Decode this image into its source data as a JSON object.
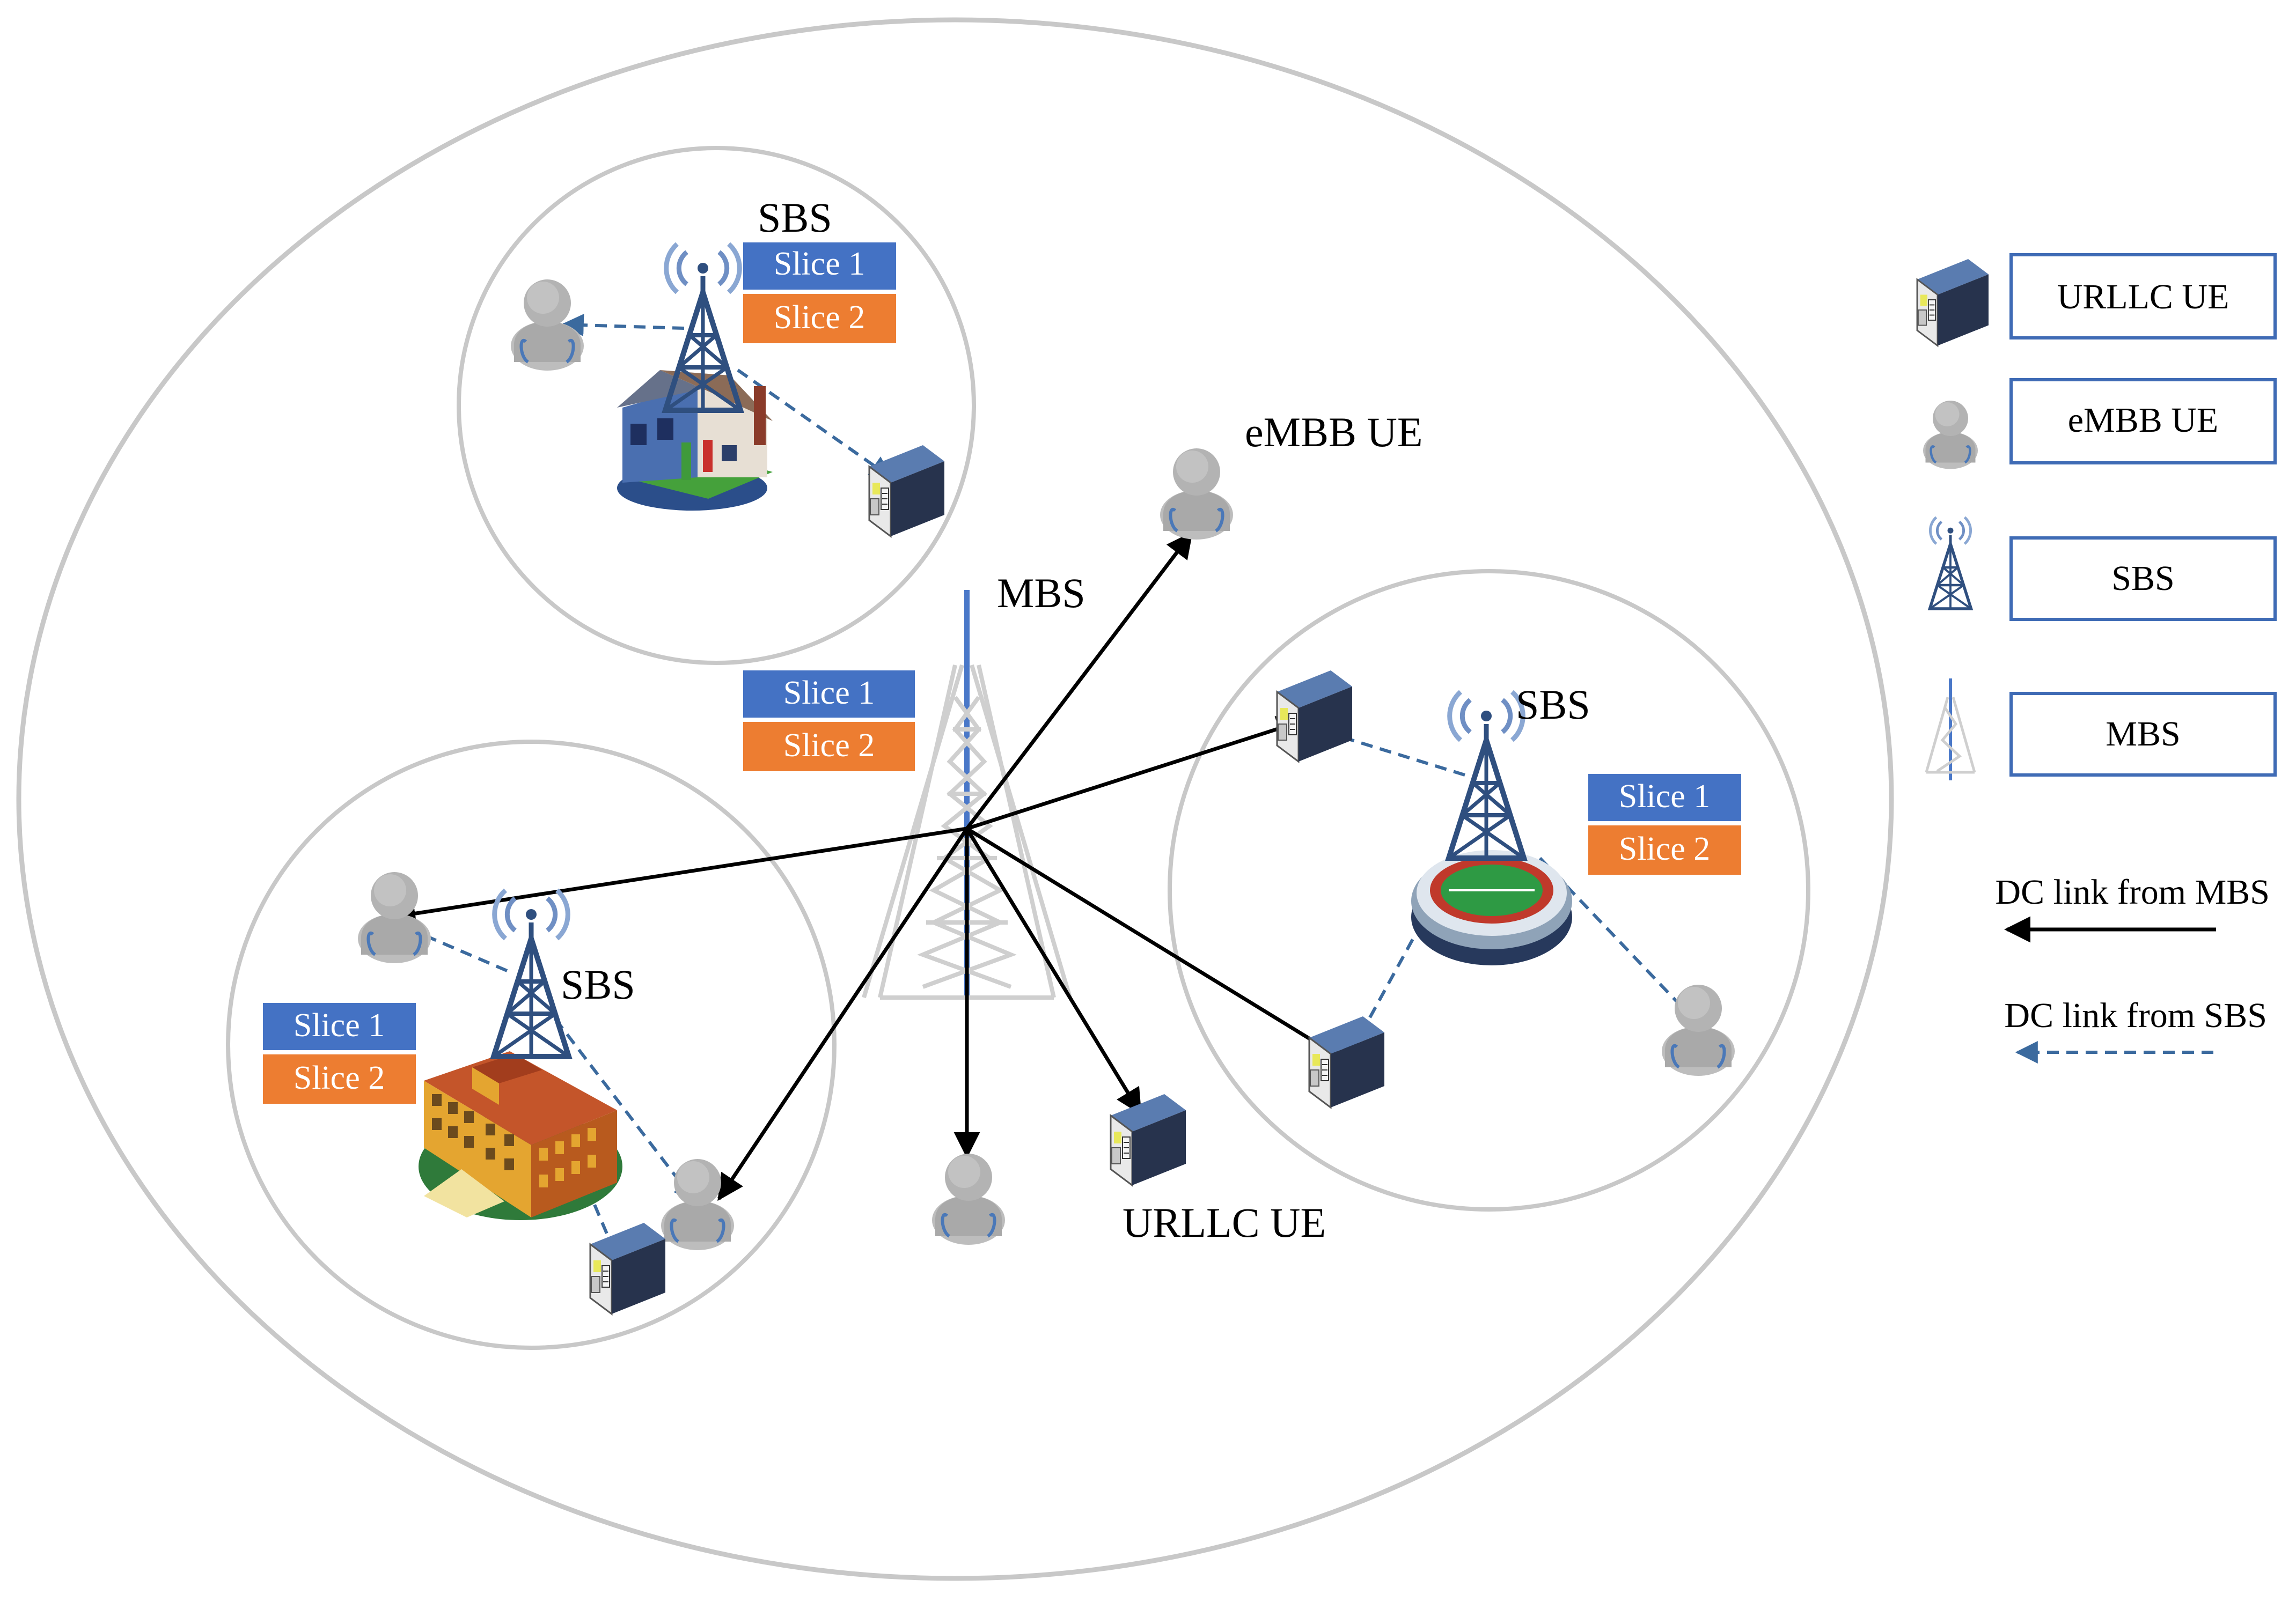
{
  "labels": {
    "mbs": "MBS",
    "sbs_top": "SBS",
    "sbs_left": "SBS",
    "sbs_right": "SBS",
    "embb_ue": "eMBB UE",
    "urllc_ue": "URLLC UE"
  },
  "slices": {
    "slice1": "Slice 1",
    "slice2": "Slice 2"
  },
  "legend": {
    "urllc_ue": "URLLC UE",
    "embb_ue": "eMBB UE",
    "sbs": "SBS",
    "mbs": "MBS",
    "dc_link_mbs": "DC link from MBS",
    "dc_link_sbs": "DC link from SBS"
  },
  "colors": {
    "slice1": "#4472C4",
    "slice2": "#ED7D31",
    "tower": "#2F4F7F",
    "dashed_link": "#3B6A9E",
    "solid_link": "#000000",
    "cell_border": "#C8C8C8",
    "legend_border": "#3F6BB5",
    "person": "#AFAFAF"
  },
  "icons": {
    "person": "person-icon",
    "device": "urllc-device-icon",
    "sbs": "sbs-tower-icon",
    "mbs": "mbs-tower-icon",
    "house": "house-icon",
    "office": "office-building-icon",
    "stadium": "stadium-icon"
  }
}
